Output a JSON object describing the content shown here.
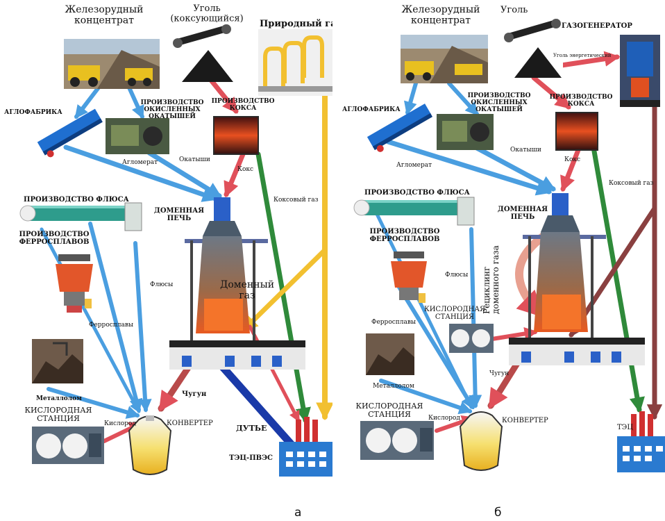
{
  "panel_a": {
    "iron_ore": "Железорудный\nконцентрат",
    "coal": "Уголь\n(коксующийся)",
    "natural_gas": "Природный газ",
    "sinter_plant": "АГЛОФАБРИКА",
    "pellet_plant": "ПРОИЗВОДСТВО\nОКИСЛЕННЫХ\nОКАТЫШЕЙ",
    "coke_plant": "ПРОИЗВОДСТВО\nКОКСА",
    "agglomerate": "Агломерат",
    "pellets": "Окатыши",
    "coke": "Кокс",
    "coke_gas": "Коксовый газ",
    "flux_plant": "ПРОИЗВОДСТВО ФЛЮСА",
    "blast_furnace": "ДОМЕННАЯ\nПЕЧЬ",
    "ferroalloy_plant": "ПРОИЗВОДСТВО\nФЕРРОСПЛАВОВ",
    "fluxes": "Флюсы",
    "bf_gas": "Доменный\nгаз",
    "ferroalloys": "Ферросплавы",
    "scrap": "Металлолом",
    "oxygen_station": "КИСЛОРОДНАЯ\nСТАНЦИЯ",
    "oxygen": "Кислород",
    "pig_iron": "Чугун",
    "converter": "КОНВЕРТЕР",
    "blast": "ДУТЬЕ",
    "chp": "ТЭЦ-ПВЭС"
  },
  "panel_b": {
    "iron_ore": "Железорудный\nконцентрат",
    "coal": "Уголь",
    "gasifier": "ГАЗОГЕНЕРАТОР",
    "energy_coal": "Уголь энергетический",
    "pellet_plant": "ПРОИЗВОДСТВО\nОКИСЛЕННЫХ\nОКАТЫШЕЙ",
    "sinter_plant": "АГЛОФАБРИКА",
    "coke_plant": "ПРОИЗВОДСТВО\nКОКСА",
    "pellets": "Окатыши",
    "agglomerate": "Агломерат",
    "coke": "Кокс",
    "coke_gas": "Коксовый газ",
    "flux_plant": "ПРОИЗВОДСТВО ФЛЮСА",
    "blast_furnace": "ДОМЕННАЯ\nПЕЧЬ",
    "ferroalloy_plant": "ПРОИЗВОДСТВО\nФЕРРОСПЛАВОВ",
    "recycling": "Рециклинг\nдоменного газа",
    "fluxes": "Флюсы",
    "oxygen_station_top": "КИСЛОРОДНАЯ\nСТАНЦИЯ",
    "ferroalloys": "Ферросплавы",
    "pig_iron": "Чугун",
    "scrap": "Металлолом",
    "oxygen_station": "КИСЛОРОДНАЯ\nСТАНЦИЯ",
    "oxygen": "Кислород",
    "converter": "КОНВЕРТЕР",
    "chp": "ТЭЦ"
  },
  "captions": {
    "a": "а",
    "b": "б"
  },
  "colors": {
    "light_blue_arrow": "#4a9ee0",
    "red_arrow": "#e0505a",
    "green_arrow": "#2f8a3a",
    "yellow_arrow": "#f2c030",
    "dark_blue_arrow": "#1a3aa8",
    "brown_arrow": "#8a4040"
  }
}
